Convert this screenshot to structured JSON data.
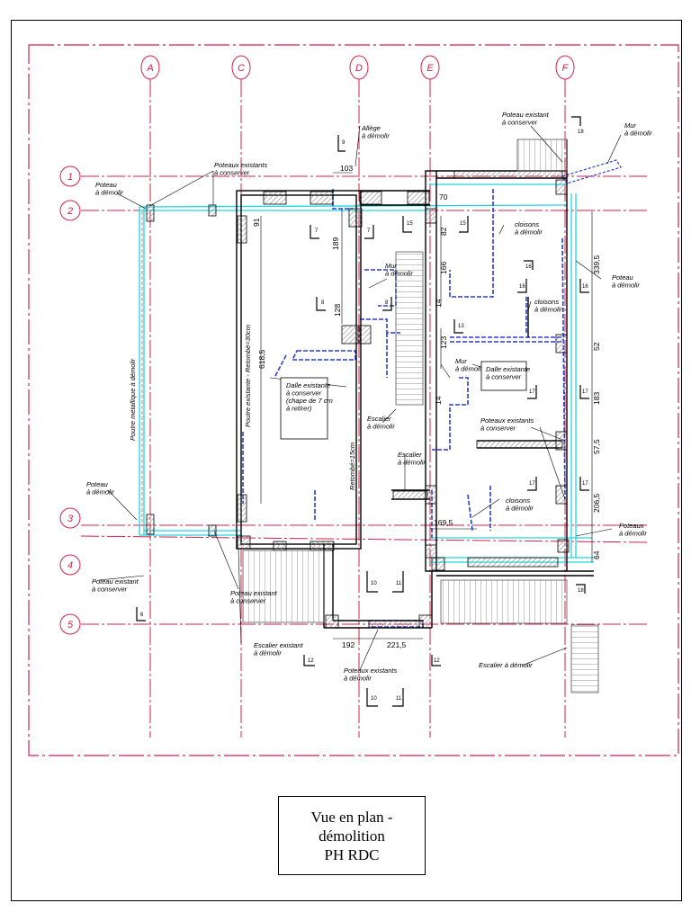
{
  "title": {
    "line1": "Vue en plan - démolition",
    "line2": "PH RDC"
  },
  "colors": {
    "axis": "#d6204a",
    "wall": "#000000",
    "demolish": "#2a3adb",
    "new": "#1fd6e0",
    "hatch": "#9a9a9a"
  },
  "axes": {
    "letters": [
      "A",
      "C",
      "D",
      "E",
      "F"
    ],
    "numbers": [
      "1",
      "2",
      "3",
      "4",
      "5"
    ]
  },
  "labels": {
    "allege": "Allège\nà démolir",
    "mur_top_right": "Mur\nà démolir",
    "poteau_existant_top": "Poteau existant\nà conserver",
    "poteaux_existants_top": "Poteaux existants\nà conserver",
    "poteau_a_demolir_left": "Poteau\nà démolir",
    "cloisons_top": "cloisons\nà démolir",
    "poteau_right": "Poteau\nà démolir",
    "cloisons_mid": "cloisons\nà démolir",
    "mur_center": "Mur\nà démolir",
    "mur_mid": "Mur\nà démolir",
    "dalle_right": "Dalle existante\nà conserver",
    "dalle_center": "Dalle existante\nà conserver\n(chape de 7 cm\nà retirer)",
    "escalier_center": "Escalier\nà démolir",
    "escalier_mid": "Escalier\nà démolir",
    "poteaux_existants_right": "Poteaux existants\nà conserver",
    "poutre_metallique": "Poutre métallique à démolir",
    "poutre_existante": "Poutre existante - Retombé=30cm",
    "retombe": "Retombé=15cm",
    "poteau_a_demolir_3": "Poteau\nà démolir",
    "cloisons_low": "cloisons\nà démolir",
    "poteaux_a_demolir_right": "Poteaux\nà démolir",
    "poteau_existant_left": "Poteau existant\nà conserver",
    "poteau_existant_c": "Poteau existant\nà conserver",
    "escalier_existant": "Escalier existant\nà démolir",
    "poteaux_existants_bottom": "Poteaux existants\nà démolir",
    "escalier_right": "Escalier à démolir"
  },
  "dimensions": {
    "d103": "103",
    "d70": "70",
    "d91": "91",
    "d189": "189",
    "d82": "82",
    "d166": "166",
    "d339_5": "339,5",
    "d128": "128",
    "d618_5": "618,5",
    "d14a": "14",
    "d123": "123",
    "d52": "52",
    "d183": "183",
    "d14b": "14",
    "d57_5": "57,5",
    "d206_5": "206,5",
    "d169_5": "169,5",
    "d64": "64",
    "d192": "192",
    "d221_5": "221,5"
  },
  "section_marks": {
    "s9": "9",
    "s7a": "7",
    "s7b": "7",
    "s8a": "8",
    "s8b": "8",
    "s15a": "15",
    "s15b": "15",
    "s16a": "16",
    "s16b": "16",
    "s16c": "16",
    "s13": "13",
    "s17a": "17",
    "s17b": "17",
    "s17c": "17",
    "s17d": "17",
    "s18a": "18",
    "s18b": "18",
    "s10a": "10",
    "s11a": "11",
    "s10b": "10",
    "s11b": "11",
    "s12a": "12",
    "s12b": "12",
    "s6": "6"
  }
}
